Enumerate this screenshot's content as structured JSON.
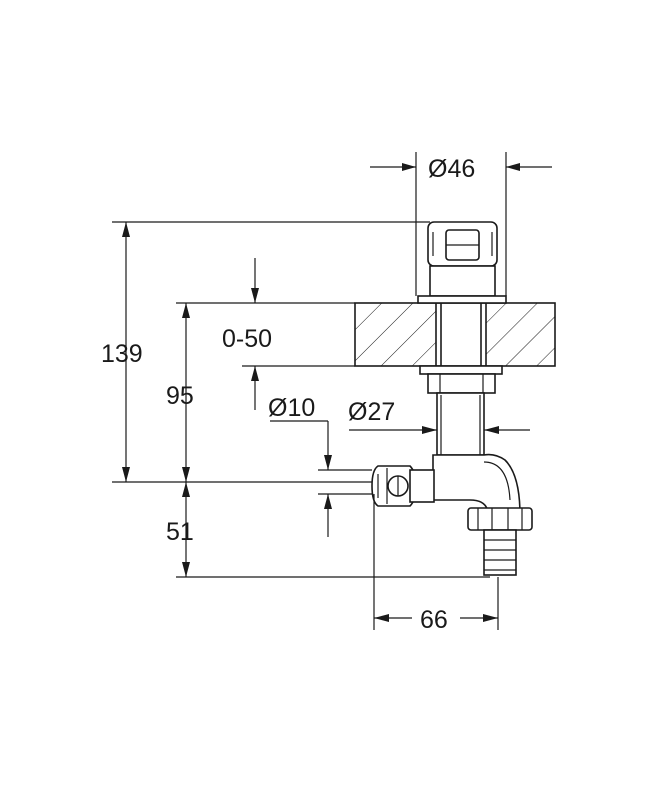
{
  "dimensions": {
    "top_diameter": "Ø46",
    "overall_height": "139",
    "wall_thickness": "0-50",
    "height_to_outlet": "95",
    "outlet_diameter": "Ø10",
    "body_diameter": "Ø27",
    "outlet_drop": "51",
    "projection": "66"
  }
}
